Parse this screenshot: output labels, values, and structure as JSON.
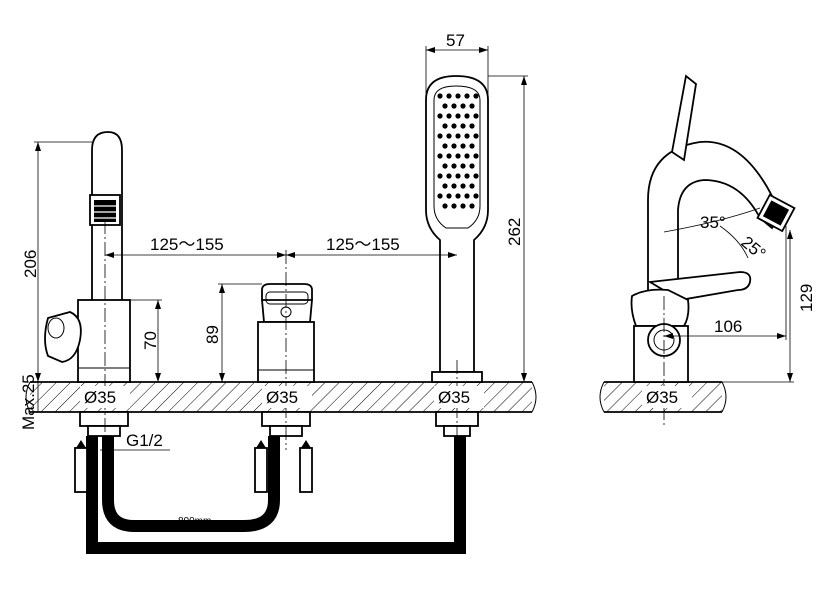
{
  "drawing": {
    "dimensions": {
      "spout_height": "206",
      "spout_body_height": "70",
      "deck_thickness": "Max.25",
      "spacing_left": "125～155",
      "spacing_right": "125～155",
      "mixer_height": "89",
      "shower_width": "57",
      "shower_height": "262",
      "side_angle_1": "35°",
      "side_angle_2": "25°",
      "side_reach": "106",
      "side_outlet_height": "129",
      "hole_diameter": "Ø35",
      "connection_thread": "G1/2",
      "hose_length_1": "800mm",
      "hose_length_2": "800mm"
    }
  }
}
